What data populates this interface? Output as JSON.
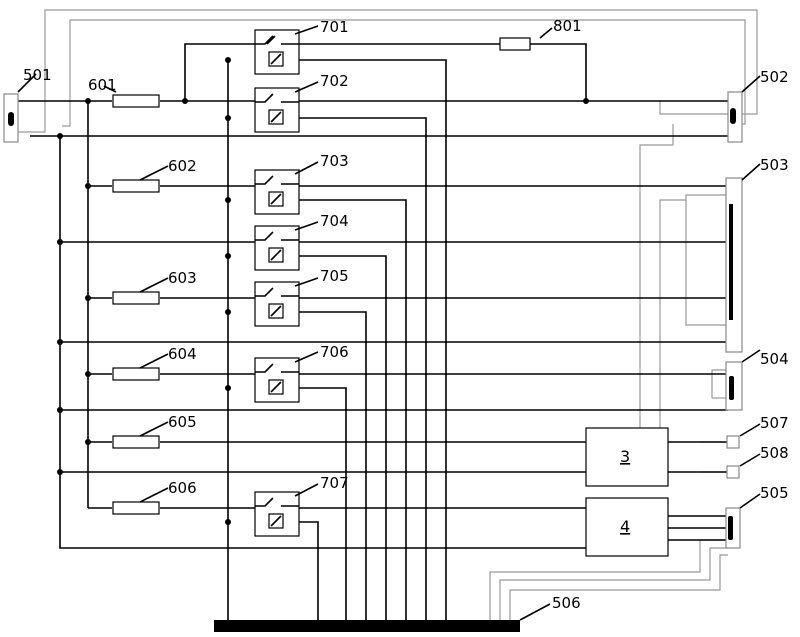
{
  "labels": {
    "connectors": [
      "501",
      "502",
      "503",
      "504",
      "505",
      "506",
      "507",
      "508"
    ],
    "fuses": [
      "601",
      "602",
      "603",
      "604",
      "605",
      "606"
    ],
    "relays": [
      "701",
      "702",
      "703",
      "704",
      "705",
      "706",
      "707"
    ],
    "resistor": "801",
    "blocks": [
      "3",
      "4"
    ]
  }
}
